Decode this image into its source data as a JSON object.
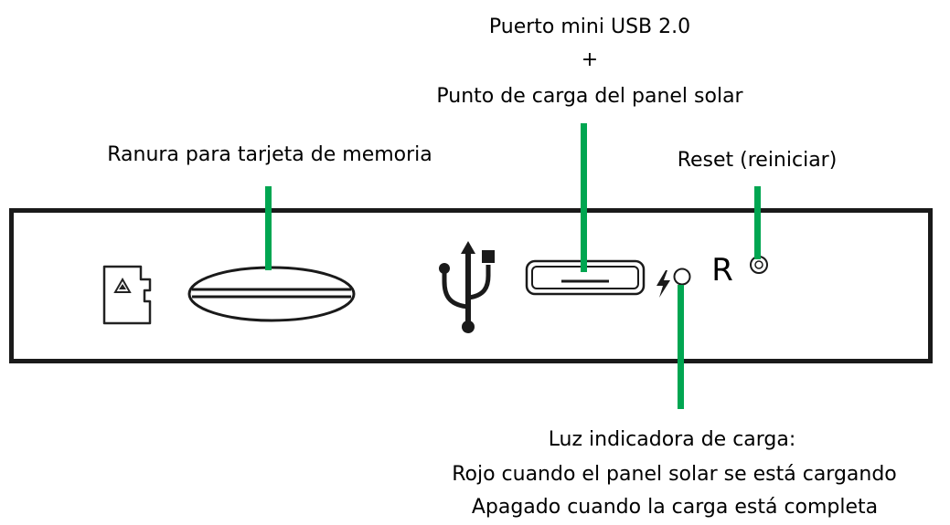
{
  "labels": {
    "usb_port_line1": "Puerto mini USB 2.0",
    "usb_port_line2": "+",
    "usb_port_line3": "Punto de carga del panel solar",
    "card_slot": "Ranura para tarjeta de memoria",
    "reset": "Reset (reiniciar)",
    "charge_led_line1": "Luz indicadora de carga:",
    "charge_led_line2": "Rojo cuando el panel solar se está cargando",
    "charge_led_line3": "Apagado cuando la carga está completa"
  },
  "panel": {
    "reset_letter": "R"
  },
  "icons": {
    "sd_card": "sd-card-icon",
    "usb_symbol": "usb-symbol-icon",
    "bolt": "lightning-bolt-icon"
  },
  "colors": {
    "leader_line": "#00a651",
    "panel_border": "#1a1a1a"
  }
}
